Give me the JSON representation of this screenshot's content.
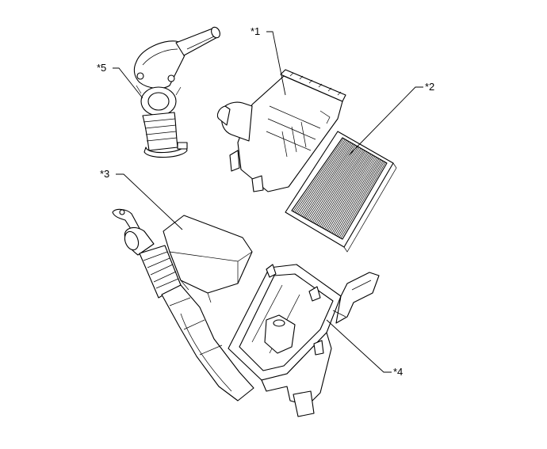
{
  "diagram": {
    "callouts": {
      "part1": "*1",
      "part2": "*2",
      "part3": "*3",
      "part4": "*4",
      "part5": "*5"
    }
  }
}
